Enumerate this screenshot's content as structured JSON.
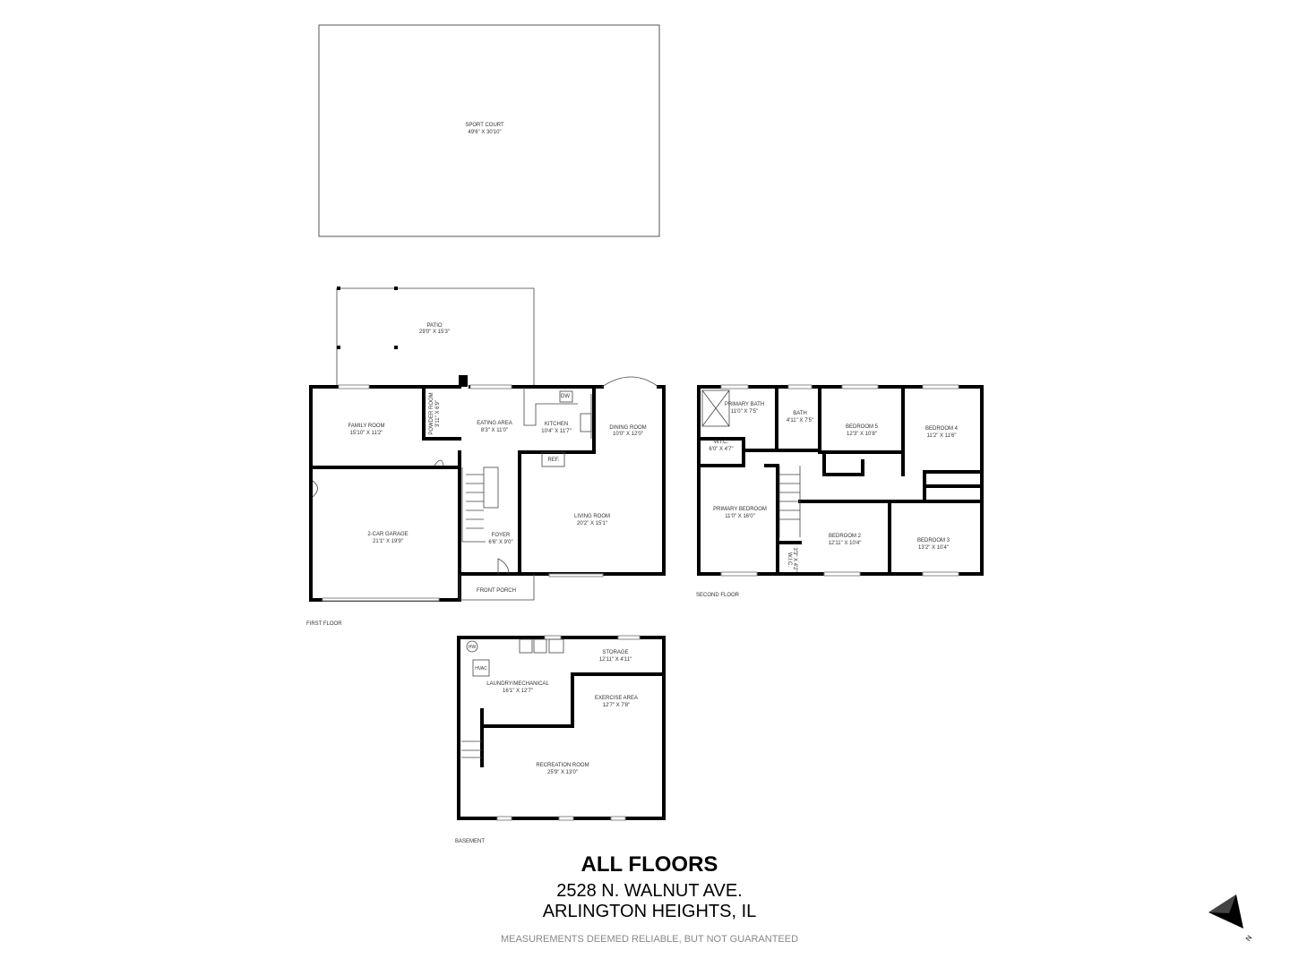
{
  "outdoor": {
    "sport_court": {
      "name": "SPORT COURT",
      "dims": "49'6\" X 30'10\""
    },
    "patio": {
      "name": "PATIO",
      "dims": "29'0\" X 15'3\""
    }
  },
  "first_floor": {
    "label": "FIRST FLOOR",
    "rooms": {
      "family_room": {
        "name": "FAMILY ROOM",
        "dims": "15'10\" X 11'2\""
      },
      "powder_room": {
        "name": "POWDER ROOM",
        "dims": "3'11\" X 6'9\""
      },
      "eating_area": {
        "name": "EATING AREA",
        "dims": "8'3\" X 11'0\""
      },
      "kitchen": {
        "name": "KITCHEN",
        "dims": "10'4\" X 11'7\""
      },
      "dining_room": {
        "name": "DINING ROOM",
        "dims": "10'0\" X 12'0\""
      },
      "living_room": {
        "name": "LIVING ROOM",
        "dims": "20'2\" X 15'1\""
      },
      "garage": {
        "name": "2-CAR GARAGE",
        "dims": "21'1\" X 19'9\""
      },
      "foyer": {
        "name": "FOYER",
        "dims": "6'6\" X 9'0\""
      },
      "front_porch": {
        "name": "FRONT PORCH"
      }
    },
    "fixtures": {
      "dishwasher": "DW",
      "refrigerator": "REF."
    }
  },
  "second_floor": {
    "label": "SECOND FLOOR",
    "rooms": {
      "primary_bath": {
        "name": "PRIMARY BATH",
        "dims": "11'0\" X 7'5\""
      },
      "bath": {
        "name": "BATH",
        "dims": "4'11\" X 7'5\""
      },
      "wic_primary": {
        "name": "W.I.C.",
        "dims": "6'0\" X 4'7\""
      },
      "bedroom5": {
        "name": "BEDROOM 5",
        "dims": "12'3\" X 10'8\""
      },
      "bedroom4": {
        "name": "BEDROOM 4",
        "dims": "11'2\" X 11'6\""
      },
      "primary_bedroom": {
        "name": "PRIMARY BEDROOM",
        "dims": "11'0\" X 16'0\""
      },
      "bedroom2": {
        "name": "BEDROOM 2",
        "dims": "12'11\" X 10'4\""
      },
      "bedroom3": {
        "name": "BEDROOM 3",
        "dims": "13'2\" X 10'4\""
      },
      "wic_small": {
        "name": "W.I.C.",
        "dims": "3'3\" X 4'2\""
      }
    }
  },
  "basement": {
    "label": "BASEMENT",
    "rooms": {
      "storage": {
        "name": "STORAGE",
        "dims": "12'11\" X 4'11\""
      },
      "laundry": {
        "name": "LAUNDRY/MECHANICAL",
        "dims": "16'1\" X 12'7\""
      },
      "exercise": {
        "name": "EXERCISE AREA",
        "dims": "12'7\" X 7'8\""
      },
      "recreation": {
        "name": "RECREATION ROOM",
        "dims": "25'9\" X 13'0\""
      }
    },
    "fixtures": {
      "hvac": "HVAC",
      "water_heater": "HW"
    }
  },
  "footer": {
    "title": "ALL FLOORS",
    "address_line1": "2528 N. WALNUT AVE.",
    "address_line2": "ARLINGTON HEIGHTS, IL",
    "disclaimer": "MEASUREMENTS DEEMED RELIABLE, BUT NOT GUARANTEED"
  },
  "compass": {
    "icon": "north-arrow-icon",
    "letter": "N"
  }
}
